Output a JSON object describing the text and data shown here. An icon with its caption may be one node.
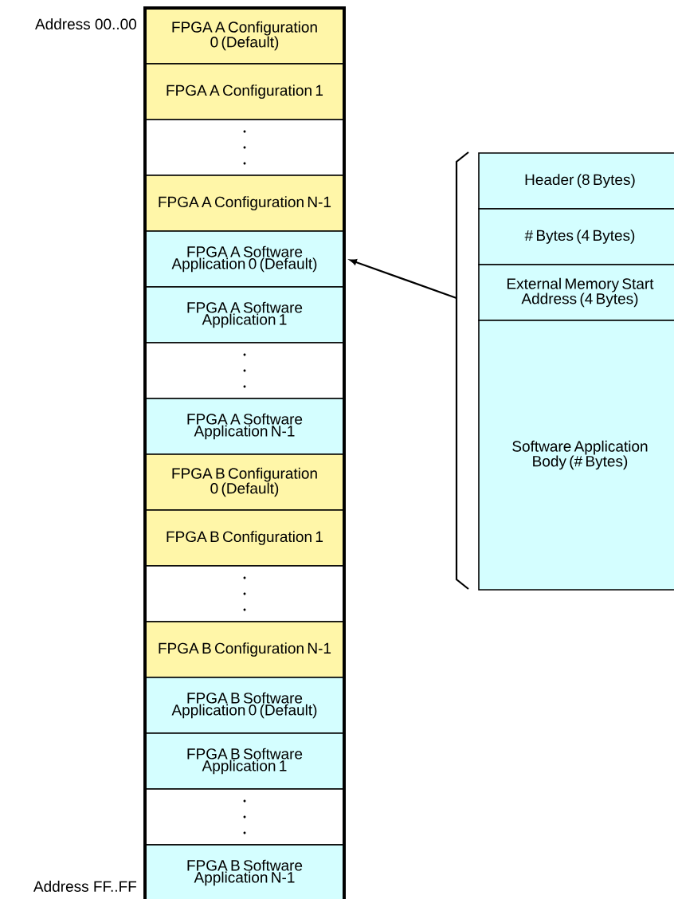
{
  "diagram": {
    "nodes": [
      {
        "text": [
          "FPGA A Configuration 0 (Default)"
        ]
      },
      {
        "text": [
          "FPGA A Configuration 1"
        ]
      },
      {
        "text": [],
        "shape": "box"
      },
      {
        "text": [
          "FPGA A Configuration N-1"
        ]
      },
      {
        "text": [
          "FPGA A Software Application 0 (Default)"
        ]
      },
      {
        "text": [
          "FPGA A Software Application 1"
        ]
      },
      {
        "text": [],
        "shape": "box"
      },
      {
        "text": [
          "FPGA A Software Application N-1"
        ]
      },
      {
        "text": [
          "FPGA B Configuration 0 (Default)"
        ]
      },
      {
        "text": [
          "FPGA B Configuration 1"
        ]
      },
      {
        "text": [],
        "shape": "box"
      },
      {
        "text": [
          "FPGA B Configuration N-1"
        ]
      },
      {
        "text": [
          "FPGA B Software Application 0 (Default)"
        ]
      },
      {
        "text": [
          "FPGA B Software Application 1"
        ]
      },
      {
        "text": [],
        "shape": "box"
      },
      {
        "text": [
          "FPGA B Software Application N-1"
        ]
      },
      {
        "text": [],
        "shape": "bracket"
      },
      {
        "text": [
          "Header (8 Bytes)"
        ]
      },
      {
        "text": [
          "# Bytes (4 Bytes)"
        ]
      },
      {
        "text": [
          "External Memory Start Address (4 Bytes)"
        ]
      },
      {
        "text": [
          "Software Application Body (# Bytes)"
        ]
      }
    ],
    "edges": [
      {
        "from": 16,
        "to": 4,
        "arrow": "to"
      }
    ],
    "labels": [
      "Address 00..00",
      "Address FF..FF"
    ]
  }
}
